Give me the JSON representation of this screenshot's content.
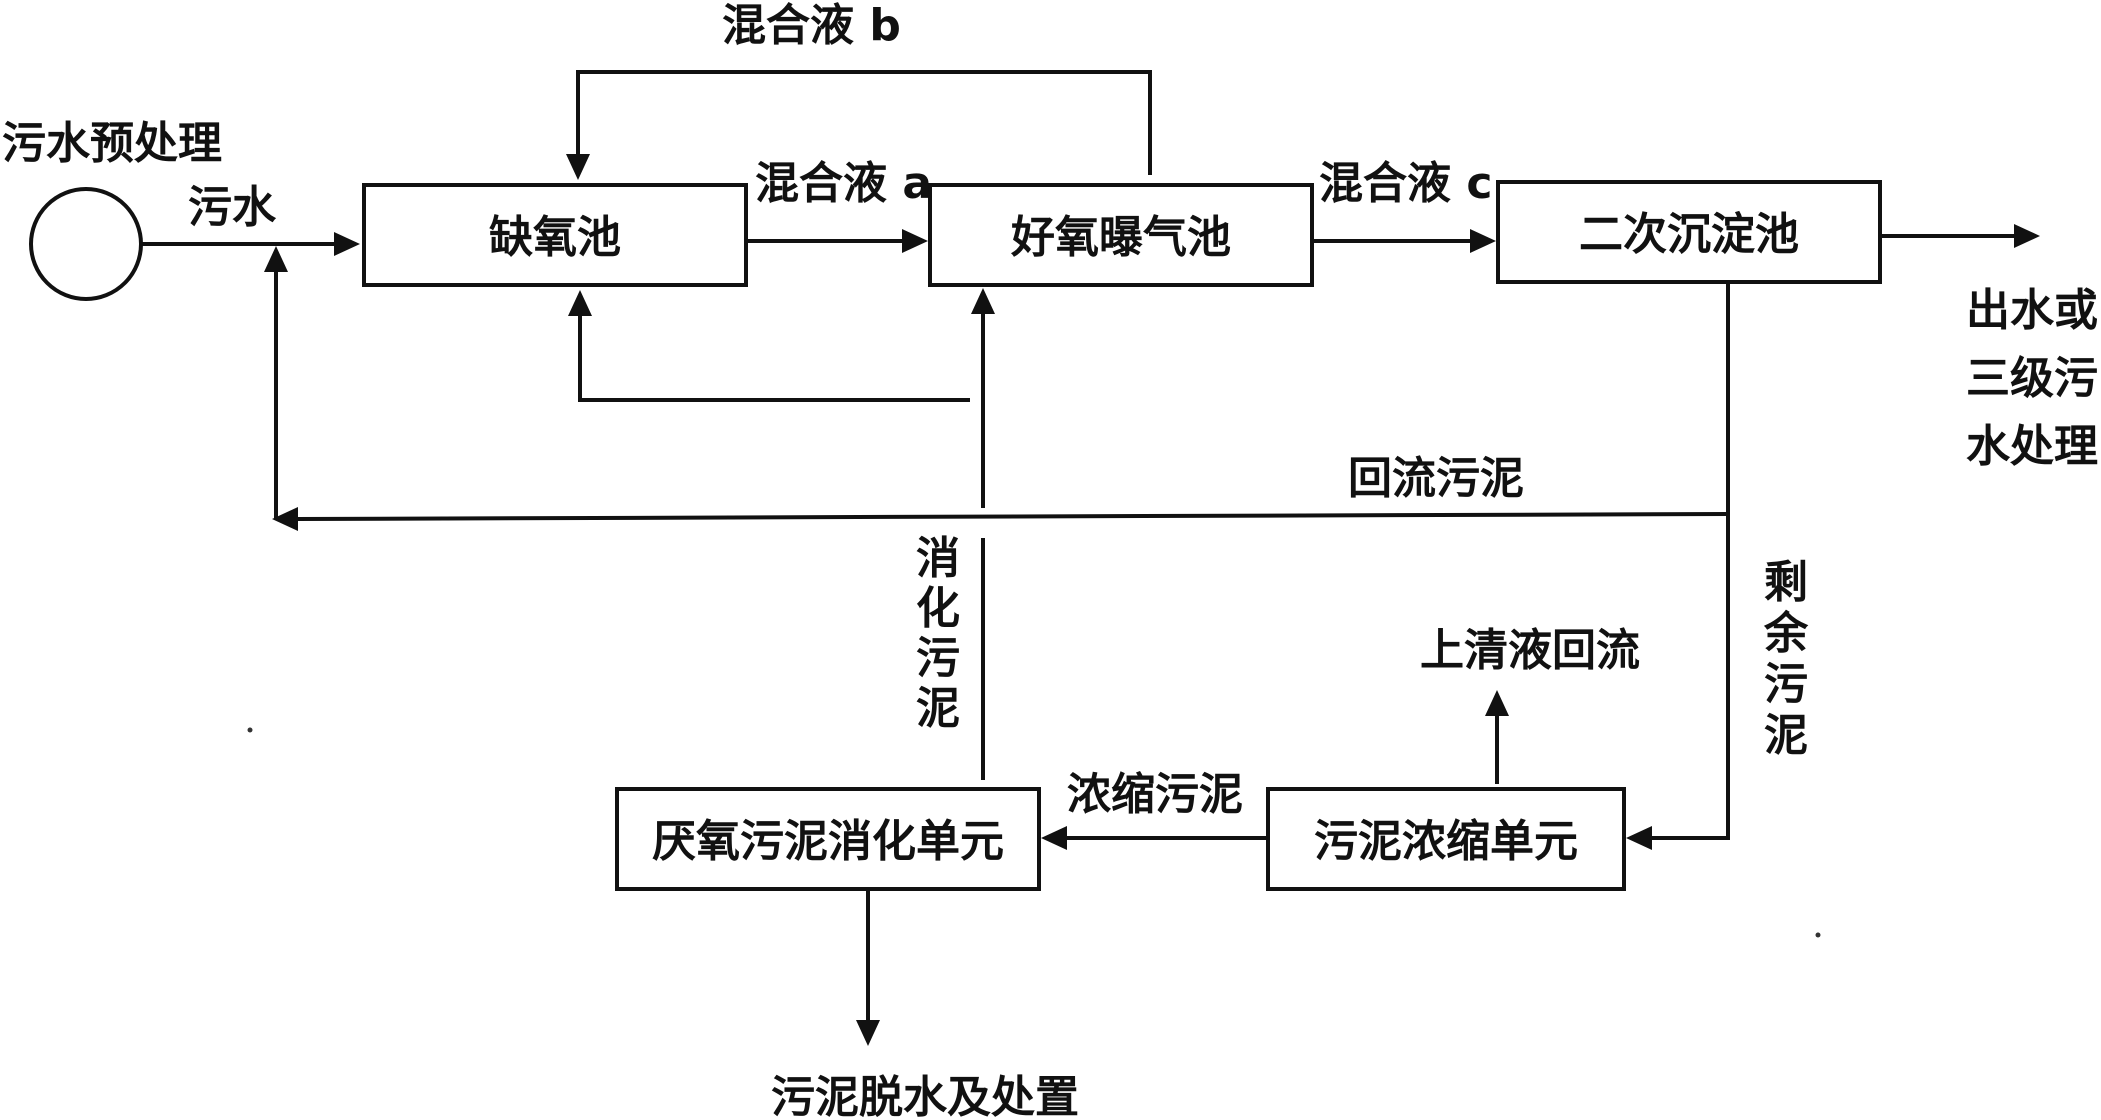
{
  "nodes": {
    "pretreatment": "污水预处理",
    "anoxic": "缺氧池",
    "aerobic": "好氧曝气池",
    "secondary": "二次沉淀池",
    "anaerobic": "厌氧污泥消化单元",
    "thickening": "污泥浓缩单元"
  },
  "labels": {
    "sewage": "污水",
    "mix_a": "混合液 a",
    "mix_b": "混合液 b",
    "mix_c": "混合液 c",
    "effluent": [
      "出水或",
      "三级污",
      "水处理"
    ],
    "return_sludge": "回流污泥",
    "digested_sludge": [
      "消",
      "化",
      "污",
      "泥"
    ],
    "excess_sludge": [
      "剩",
      "余",
      "污",
      "泥"
    ],
    "supernatant_return": "上清液回流",
    "thickened_sludge": "浓缩污泥",
    "dewatering": "污泥脱水及处置"
  }
}
